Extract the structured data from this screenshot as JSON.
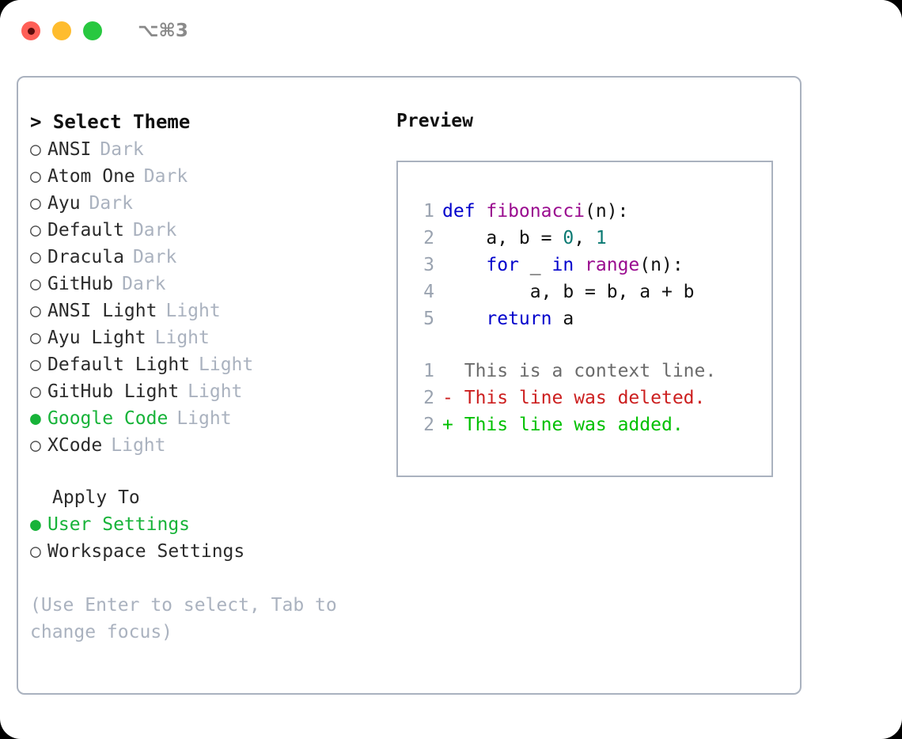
{
  "window": {
    "shortcut_label": "⌥⌘3",
    "traffic_lights": [
      "close",
      "minimize",
      "maximize"
    ]
  },
  "colors": {
    "accent_green": "#17b339",
    "muted": "#aab2bf",
    "keyword": "#0000cc",
    "function": "#9a0b8f",
    "number": "#0b7a73",
    "diff_delete": "#cc1f1f",
    "diff_add": "#00c000",
    "border": "#aab2bf"
  },
  "theme_picker": {
    "header": "> Select Theme",
    "items": [
      {
        "name": "ANSI",
        "kind": "Dark",
        "selected": false,
        "bullet": "○"
      },
      {
        "name": "Atom One",
        "kind": "Dark",
        "selected": false,
        "bullet": "○"
      },
      {
        "name": "Ayu",
        "kind": "Dark",
        "selected": false,
        "bullet": "○"
      },
      {
        "name": "Default",
        "kind": "Dark",
        "selected": false,
        "bullet": "○"
      },
      {
        "name": "Dracula",
        "kind": "Dark",
        "selected": false,
        "bullet": "○"
      },
      {
        "name": "GitHub",
        "kind": "Dark",
        "selected": false,
        "bullet": "○"
      },
      {
        "name": "ANSI Light",
        "kind": "Light",
        "selected": false,
        "bullet": "○"
      },
      {
        "name": "Ayu Light",
        "kind": "Light",
        "selected": false,
        "bullet": "○"
      },
      {
        "name": "Default Light",
        "kind": "Light",
        "selected": false,
        "bullet": "○"
      },
      {
        "name": "GitHub Light",
        "kind": "Light",
        "selected": false,
        "bullet": "○"
      },
      {
        "name": "Google Code",
        "kind": "Light",
        "selected": true,
        "bullet": "●"
      },
      {
        "name": "XCode",
        "kind": "Light",
        "selected": false,
        "bullet": "○"
      }
    ]
  },
  "apply_to": {
    "header": "Apply To",
    "items": [
      {
        "name": "User Settings",
        "selected": true,
        "bullet": "●"
      },
      {
        "name": "Workspace Settings",
        "selected": false,
        "bullet": "○"
      }
    ]
  },
  "hint": "(Use Enter to select, Tab to change focus)",
  "preview": {
    "header": "Preview",
    "code_lines": [
      {
        "number": "1",
        "tokens": [
          {
            "text": "def ",
            "type": "kw"
          },
          {
            "text": "fibonacci",
            "type": "fn"
          },
          {
            "text": "(n):",
            "type": "punc"
          }
        ]
      },
      {
        "number": "2",
        "tokens": [
          {
            "text": "    a, b = ",
            "type": "plain"
          },
          {
            "text": "0",
            "type": "num"
          },
          {
            "text": ", ",
            "type": "plain"
          },
          {
            "text": "1",
            "type": "num"
          }
        ]
      },
      {
        "number": "3",
        "tokens": [
          {
            "text": "    ",
            "type": "plain"
          },
          {
            "text": "for",
            "type": "kw"
          },
          {
            "text": " _ ",
            "type": "plain"
          },
          {
            "text": "in",
            "type": "kw"
          },
          {
            "text": " ",
            "type": "plain"
          },
          {
            "text": "range",
            "type": "fn"
          },
          {
            "text": "(n):",
            "type": "punc"
          }
        ]
      },
      {
        "number": "4",
        "tokens": [
          {
            "text": "        a, b = b, a + b",
            "type": "plain"
          }
        ]
      },
      {
        "number": "5",
        "tokens": [
          {
            "text": "    ",
            "type": "plain"
          },
          {
            "text": "return",
            "type": "kw"
          },
          {
            "text": " a",
            "type": "plain"
          }
        ]
      }
    ],
    "diff_lines": [
      {
        "number": "1",
        "marker": " ",
        "text": "This is a context line.",
        "kind": "ctx"
      },
      {
        "number": "2",
        "marker": "-",
        "text": "This line was deleted.",
        "kind": "del"
      },
      {
        "number": "2",
        "marker": "+",
        "text": "This line was added.",
        "kind": "add"
      }
    ]
  }
}
